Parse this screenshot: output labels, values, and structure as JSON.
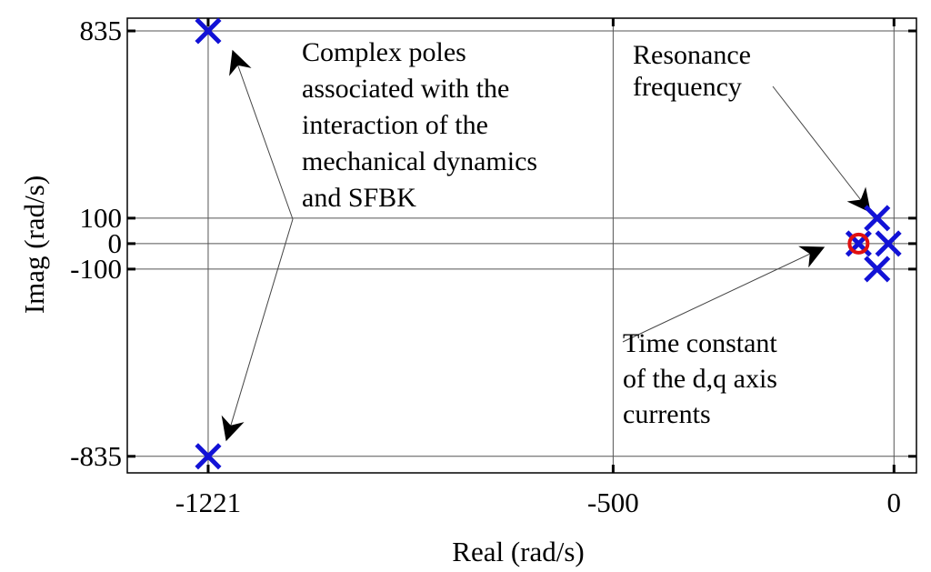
{
  "chart_data": {
    "type": "scatter",
    "title": "",
    "xlabel": "Real (rad/s)",
    "ylabel": "Imag (rad/s)",
    "xlim": [
      -1365,
      40
    ],
    "ylim": [
      -900,
      885
    ],
    "xticks": [
      {
        "value": -1221,
        "label": "-1221"
      },
      {
        "value": -500,
        "label": "-500"
      },
      {
        "value": 0,
        "label": "0"
      }
    ],
    "yticks": [
      {
        "value": 835,
        "label": "835"
      },
      {
        "value": 100,
        "label": "100"
      },
      {
        "value": 0,
        "label": "0"
      },
      {
        "value": -100,
        "label": "-100"
      },
      {
        "value": -835,
        "label": "-835"
      }
    ],
    "grid": true,
    "poles": [
      {
        "x": -1221,
        "y": 835
      },
      {
        "x": -1221,
        "y": -835
      },
      {
        "x": -30,
        "y": 100
      },
      {
        "x": -30,
        "y": -100
      },
      {
        "x": -10,
        "y": 0
      },
      {
        "x": -63,
        "y": 0
      }
    ],
    "zeros": [
      {
        "x": -63,
        "y": 0
      }
    ],
    "colors": {
      "poles": "#1212d6",
      "zeros": "#e01010",
      "grid": "#555555"
    },
    "annotations": [
      {
        "id": "complex-poles",
        "lines": [
          "Complex poles",
          "associated with the",
          "interaction of the",
          "mechanical dynamics",
          "and SFBK"
        ],
        "targets": [
          {
            "x": -1221,
            "y": 835
          },
          {
            "x": -1221,
            "y": -835
          }
        ]
      },
      {
        "id": "resonance",
        "lines": [
          "Resonance",
          "frequency"
        ],
        "targets": [
          {
            "x": -30,
            "y": 100
          }
        ]
      },
      {
        "id": "time-constant",
        "lines": [
          "Time constant",
          "of the d,q axis",
          "currents"
        ],
        "targets": [
          {
            "x": -63,
            "y": 0
          }
        ]
      }
    ]
  }
}
